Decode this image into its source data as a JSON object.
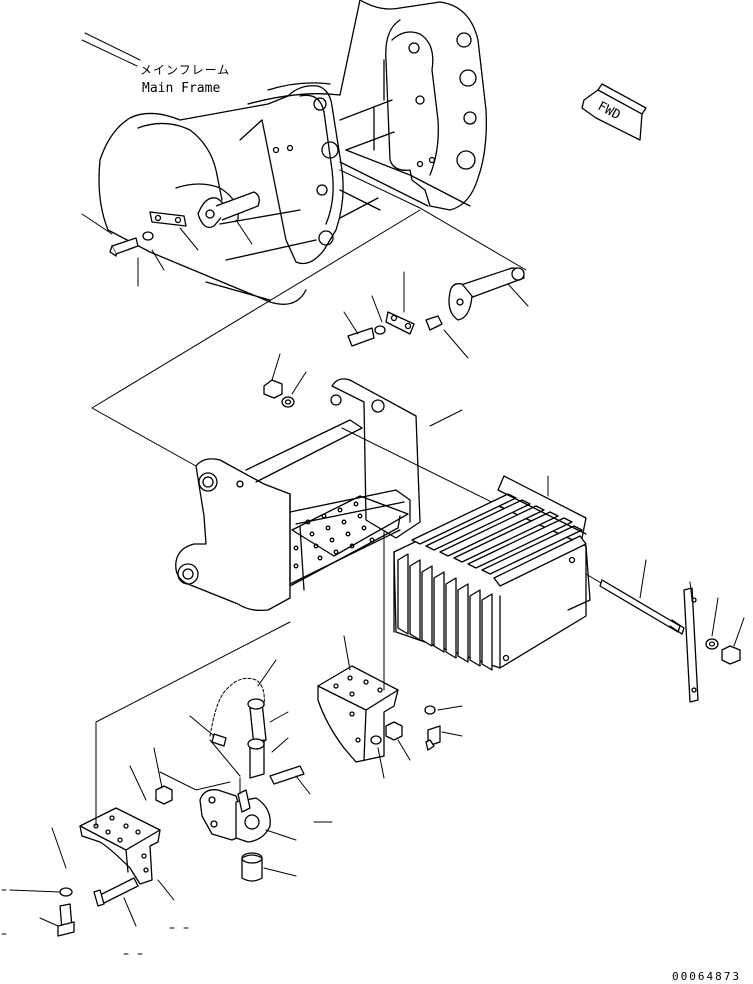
{
  "labels": {
    "main_frame_jp": "メインフレーム",
    "main_frame_en": "Main Frame"
  },
  "direction_marker": {
    "text": "FWD"
  },
  "drawing_code": "00064873"
}
